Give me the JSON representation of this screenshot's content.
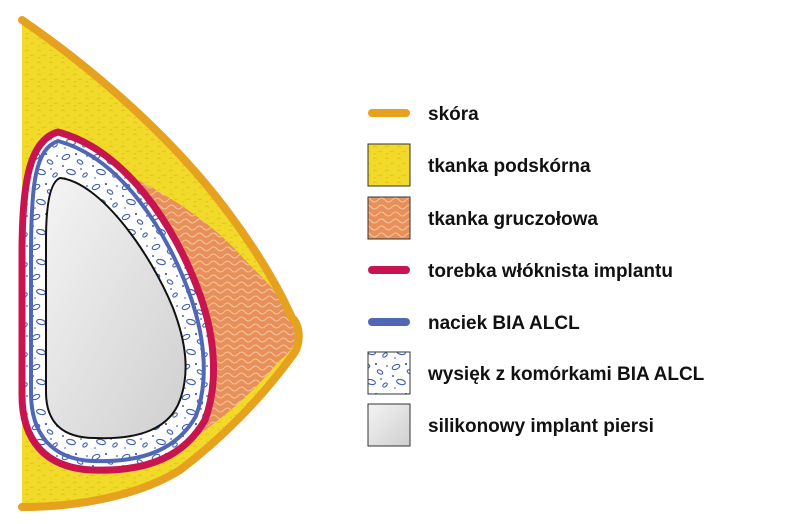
{
  "legend": [
    {
      "id": "skin",
      "label": "skóra",
      "swatch": "line",
      "color": "#e6a21f"
    },
    {
      "id": "subcutaneous",
      "label": "tkanka podskórna",
      "swatch": "box",
      "color": "#f2da2b"
    },
    {
      "id": "glandular",
      "label": "tkanka gruczołowa",
      "swatch": "box",
      "color": "#e8905a"
    },
    {
      "id": "capsule",
      "label": "torebka włóknista implantu",
      "swatch": "line",
      "color": "#c8154f"
    },
    {
      "id": "infiltrate",
      "label": "naciek BIA ALCL",
      "swatch": "line",
      "color": "#5068b4"
    },
    {
      "id": "effusion",
      "label": "wysięk z komórkami BIA ALCL",
      "swatch": "pattern",
      "color": "#3f5fb0"
    },
    {
      "id": "implant",
      "label": "silikonowy implant piersi",
      "swatch": "gradient",
      "color": "#dcdcdc"
    }
  ]
}
